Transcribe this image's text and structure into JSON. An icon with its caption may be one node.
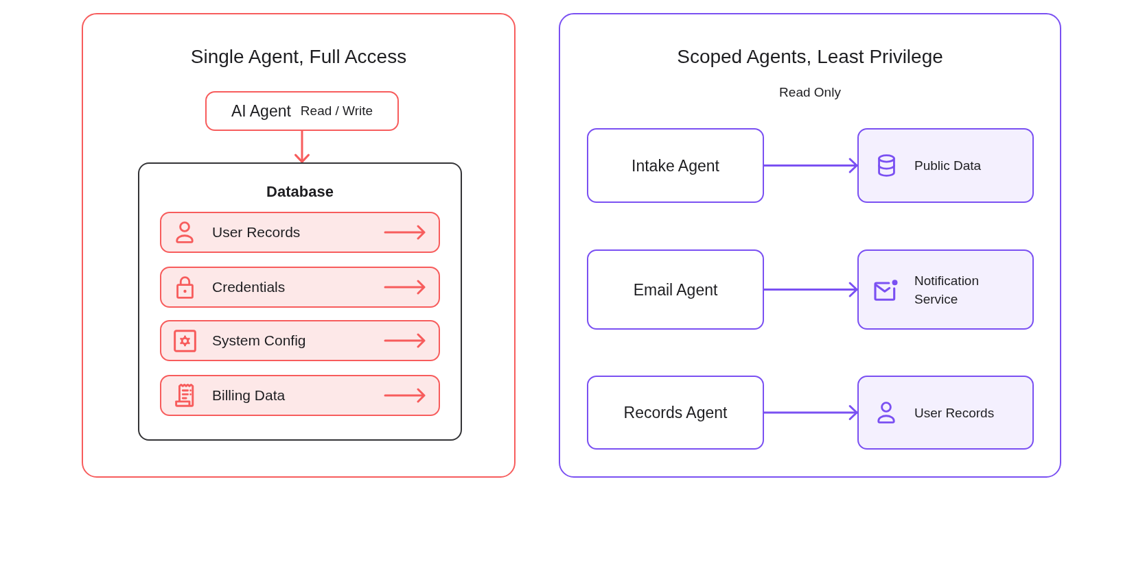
{
  "diagram": {
    "nodes": [
      {
        "text": [
          "Single Agent, Full Access"
        ]
      },
      {
        "text": [
          "AI Agent",
          "Read / Write"
        ],
        "in": 0
      },
      {
        "text": [
          "Database"
        ],
        "in": 0
      },
      {
        "text": [
          "User Records"
        ],
        "in": 2
      },
      {
        "text": [
          "Credentials"
        ],
        "in": 2
      },
      {
        "text": [
          "System Config"
        ],
        "in": 2
      },
      {
        "text": [
          "Billing Data"
        ],
        "in": 2
      },
      {
        "text": [
          "Scoped Agents, Least Privilege",
          "Read Only"
        ]
      },
      {
        "text": [
          "Intake Agent"
        ],
        "in": 7
      },
      {
        "text": [
          "Public Data"
        ],
        "in": 7
      },
      {
        "text": [
          "Email Agent"
        ],
        "in": 7
      },
      {
        "text": [
          "Notification Service"
        ],
        "in": 7
      },
      {
        "text": [
          "Records Agent"
        ],
        "in": 7
      },
      {
        "text": [
          "User Records"
        ],
        "in": 7
      }
    ],
    "edges": [
      {
        "from": 1,
        "to": 2,
        "arrow": "to",
        "color": "#f75c5c"
      },
      {
        "from": 8,
        "to": 9,
        "arrow": "to"
      },
      {
        "from": 10,
        "to": 11,
        "arrow": "to"
      },
      {
        "from": 12,
        "to": 13,
        "arrow": "to"
      }
    ]
  }
}
